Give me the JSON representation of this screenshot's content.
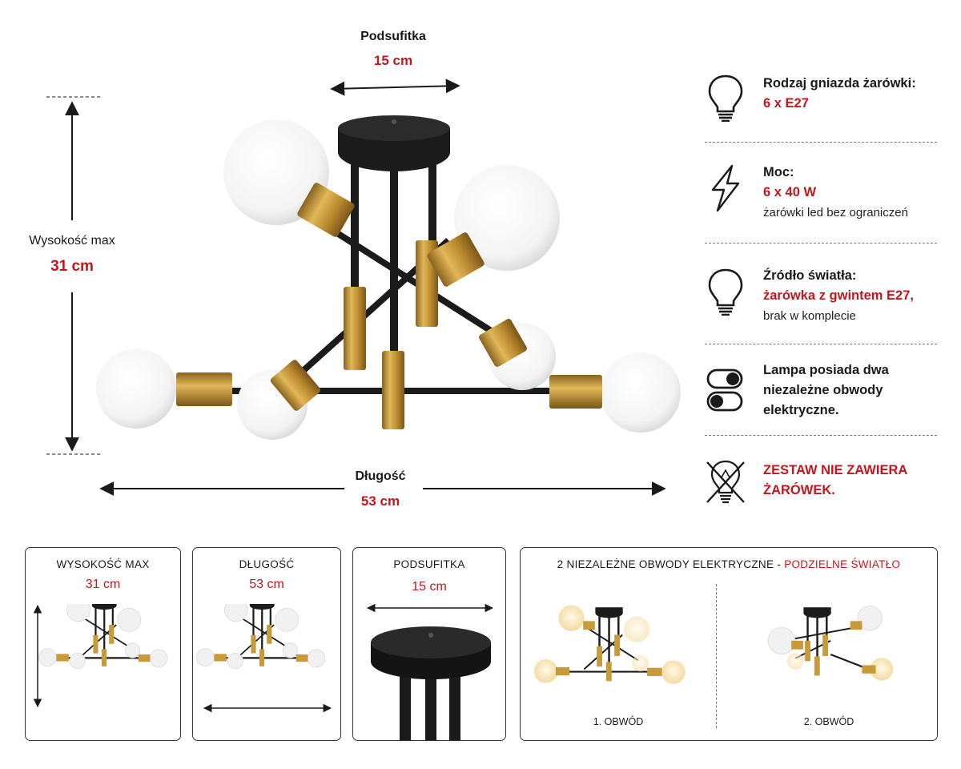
{
  "main": {
    "podsufitka_label": "Podsufitka",
    "podsufitka_value": "15 cm",
    "height_label": "Wysokość max",
    "height_value": "31 cm",
    "length_label": "Długość",
    "length_value": "53 cm"
  },
  "specs": [
    {
      "icon": "bulb-icon",
      "title": "Rodzaj gniazda żarówki:",
      "value": "6 x E27",
      "note": ""
    },
    {
      "icon": "lightning-icon",
      "title": "Moc:",
      "value": "6 x 40 W",
      "note": "żarówki led bez ograniczeń"
    },
    {
      "icon": "bulb-icon",
      "title": "Źródło światła:",
      "value": "żarówka z gwintem E27,",
      "note": "brak w komplecie"
    },
    {
      "icon": "toggle-switch-icon",
      "title": "Lampa posiada dwa niezależne obwody elektryczne.",
      "value": "",
      "note": ""
    },
    {
      "icon": "no-bulb-icon",
      "title": "",
      "value": "ZESTAW NIE ZAWIERA ŻARÓWEK.",
      "note": ""
    }
  ],
  "cards": {
    "height": {
      "title": "WYSOKOŚĆ MAX",
      "value": "31 cm"
    },
    "length": {
      "title": "DŁUGOŚĆ",
      "value": "53 cm"
    },
    "canopy": {
      "title": "PODSUFITKA",
      "value": "15 cm"
    },
    "circuits": {
      "title_black": "2 NIEZALEŻNE OBWODY ELEKTRYCZNE - ",
      "title_red": "PODZIELNE ŚWIATŁO",
      "circuit1": "1. OBWÓD",
      "circuit2": "2. OBWÓD"
    }
  },
  "colors": {
    "accent": "#c4161c",
    "brass": "#c99a3a",
    "black": "#1a1a1a"
  }
}
